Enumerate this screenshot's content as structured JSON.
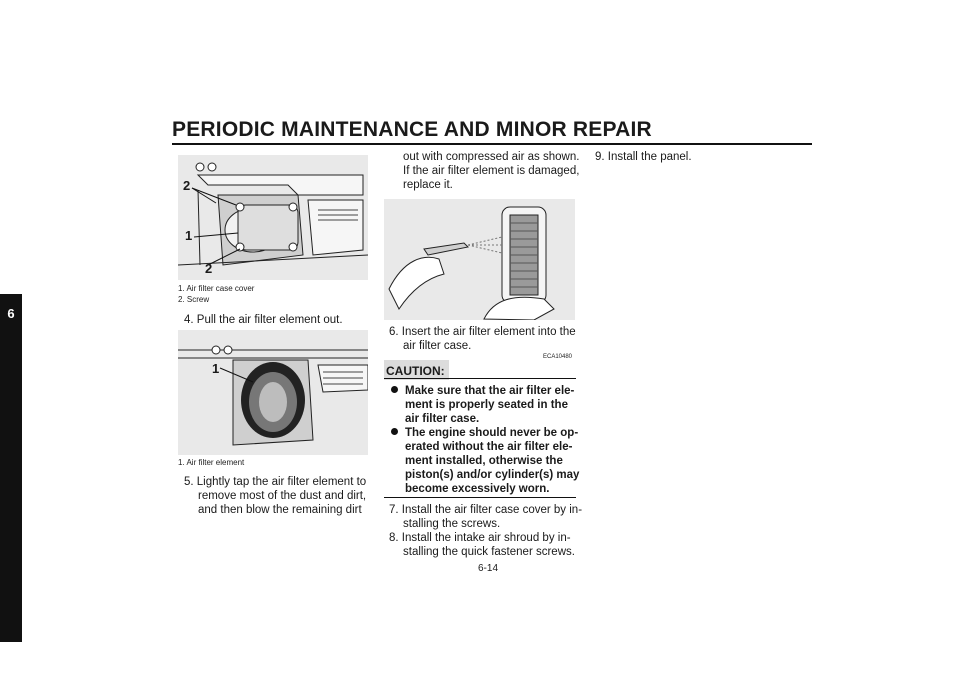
{
  "header": {
    "title": "PERIODIC MAINTENANCE AND MINOR REPAIR"
  },
  "section_tab": "6",
  "page_number": "6-14",
  "figure1": {
    "callouts": [
      "2",
      "1",
      "2"
    ],
    "captions": [
      "1. Air filter case cover",
      "2. Screw"
    ]
  },
  "figure2": {
    "callouts": [
      "1"
    ],
    "captions": [
      "1. Air filter element"
    ]
  },
  "steps": {
    "step4": "4. Pull the air filter element out.",
    "step5_lines": [
      "5. Lightly tap the air filter element to",
      "remove most of the dust and dirt,",
      "and then blow the remaining dirt"
    ],
    "step5_cont_lines": [
      "out with compressed air as shown.",
      "If the air filter element is damaged,",
      "replace it."
    ],
    "step6_lines": [
      "6. Insert the air filter element into the",
      "air filter case."
    ],
    "step7_lines": [
      "7. Install the air filter case cover by in-",
      "stalling the screws."
    ],
    "step8_lines": [
      "8. Install the intake air shroud by in-",
      "stalling the quick fastener screws."
    ],
    "step9": "9. Install the panel."
  },
  "caution": {
    "label": "CAUTION:",
    "code": "ECA10480",
    "bullet1_lines": [
      "Make sure that the air filter ele-",
      "ment is properly seated in the",
      "air filter case."
    ],
    "bullet2_lines": [
      "The engine should never be op-",
      "erated without the air filter ele-",
      "ment installed, otherwise the",
      "piston(s) and/or cylinder(s) may",
      "become excessively worn."
    ]
  }
}
